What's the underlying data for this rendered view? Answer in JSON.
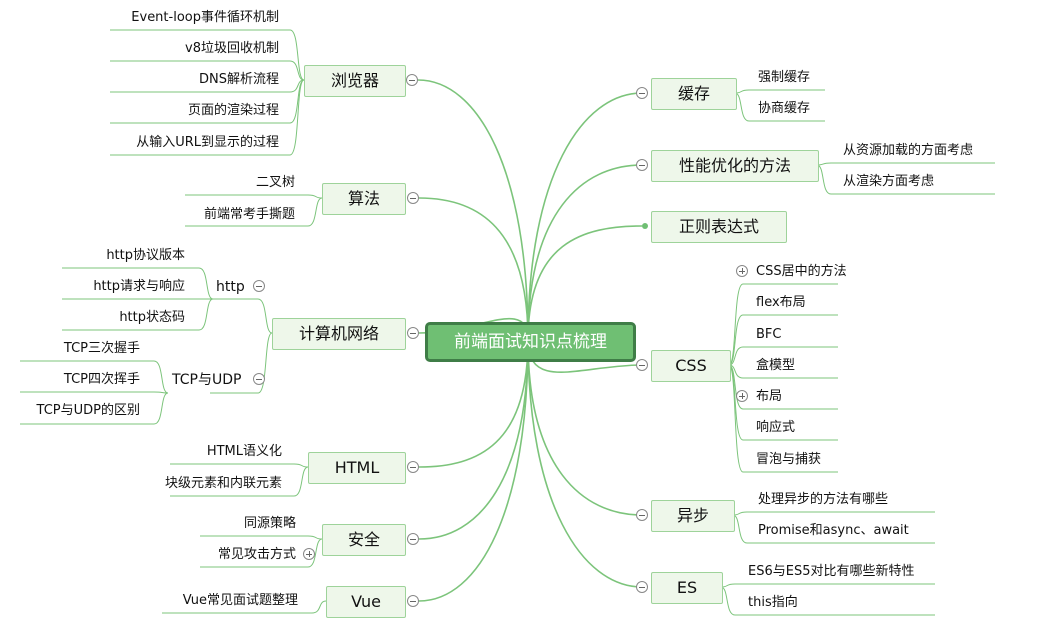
{
  "root": "前端面试知识点梳理",
  "colors": {
    "line": "#7cc47b",
    "root_fill": "#6fbf73",
    "root_border": "#3f7d47",
    "node_fill": "#eef7ea"
  },
  "left": {
    "browser": {
      "label": "浏览器",
      "children": [
        "Event-loop事件循环机制",
        "v8垃圾回收机制",
        "DNS解析流程",
        "页面的渲染过程",
        "从输入URL到显示的过程"
      ]
    },
    "algorithm": {
      "label": "算法",
      "children": [
        "二叉树",
        "前端常考手撕题"
      ]
    },
    "network": {
      "label": "计算机网络",
      "http": {
        "label": "http",
        "children": [
          "http协议版本",
          "http请求与响应",
          "http状态码"
        ]
      },
      "tcp": {
        "label": "TCP与UDP",
        "children": [
          "TCP三次握手",
          "TCP四次挥手",
          "TCP与UDP的区别"
        ]
      }
    },
    "html": {
      "label": "HTML",
      "children": [
        "HTML语义化",
        "块级元素和内联元素"
      ]
    },
    "security": {
      "label": "安全",
      "children": [
        "同源策略",
        "常见攻击方式"
      ]
    },
    "vue": {
      "label": "Vue",
      "children": [
        "Vue常见面试题整理"
      ]
    }
  },
  "right": {
    "cache": {
      "label": "缓存",
      "children": [
        "强制缓存",
        "协商缓存"
      ]
    },
    "perf": {
      "label": "性能优化的方法",
      "children": [
        "从资源加载的方面考虑",
        "从渲染方面考虑"
      ]
    },
    "regex": {
      "label": "正则表达式"
    },
    "css": {
      "label": "CSS",
      "children": [
        "CSS居中的方法",
        "flex布局",
        "BFC",
        "盒模型",
        "布局",
        "响应式",
        "冒泡与捕获"
      ]
    },
    "async": {
      "label": "异步",
      "children": [
        "处理异步的方法有哪些",
        "Promise和async、await"
      ]
    },
    "es": {
      "label": "ES",
      "children": [
        "ES6与ES5对比有哪些新特性",
        "this指向"
      ]
    }
  }
}
